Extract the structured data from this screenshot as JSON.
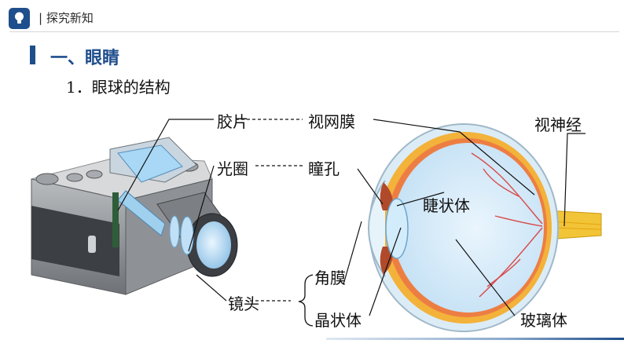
{
  "header": {
    "title": "| 探究新知",
    "icon": "lightbulb-icon"
  },
  "section": {
    "title": "一、眼睛"
  },
  "subsection": {
    "number": "1.",
    "title": "眼球的结构",
    "text": "1．眼球的结构"
  },
  "camera_labels": {
    "film": "胶片",
    "aperture": "光圈",
    "lens": "镜头"
  },
  "eye_labels": {
    "retina": "视网膜",
    "optic_nerve": "视神经",
    "pupil": "瞳孔",
    "ciliary_body": "睫状体",
    "cornea": "角膜",
    "crystalline_lens": "晶状体",
    "vitreous_body": "玻璃体"
  },
  "colors": {
    "accent": "#1f4e8c",
    "sclera_ring": "#f3b23a",
    "vitreous": "#d9ecf8",
    "nerve": "#f2c437"
  }
}
